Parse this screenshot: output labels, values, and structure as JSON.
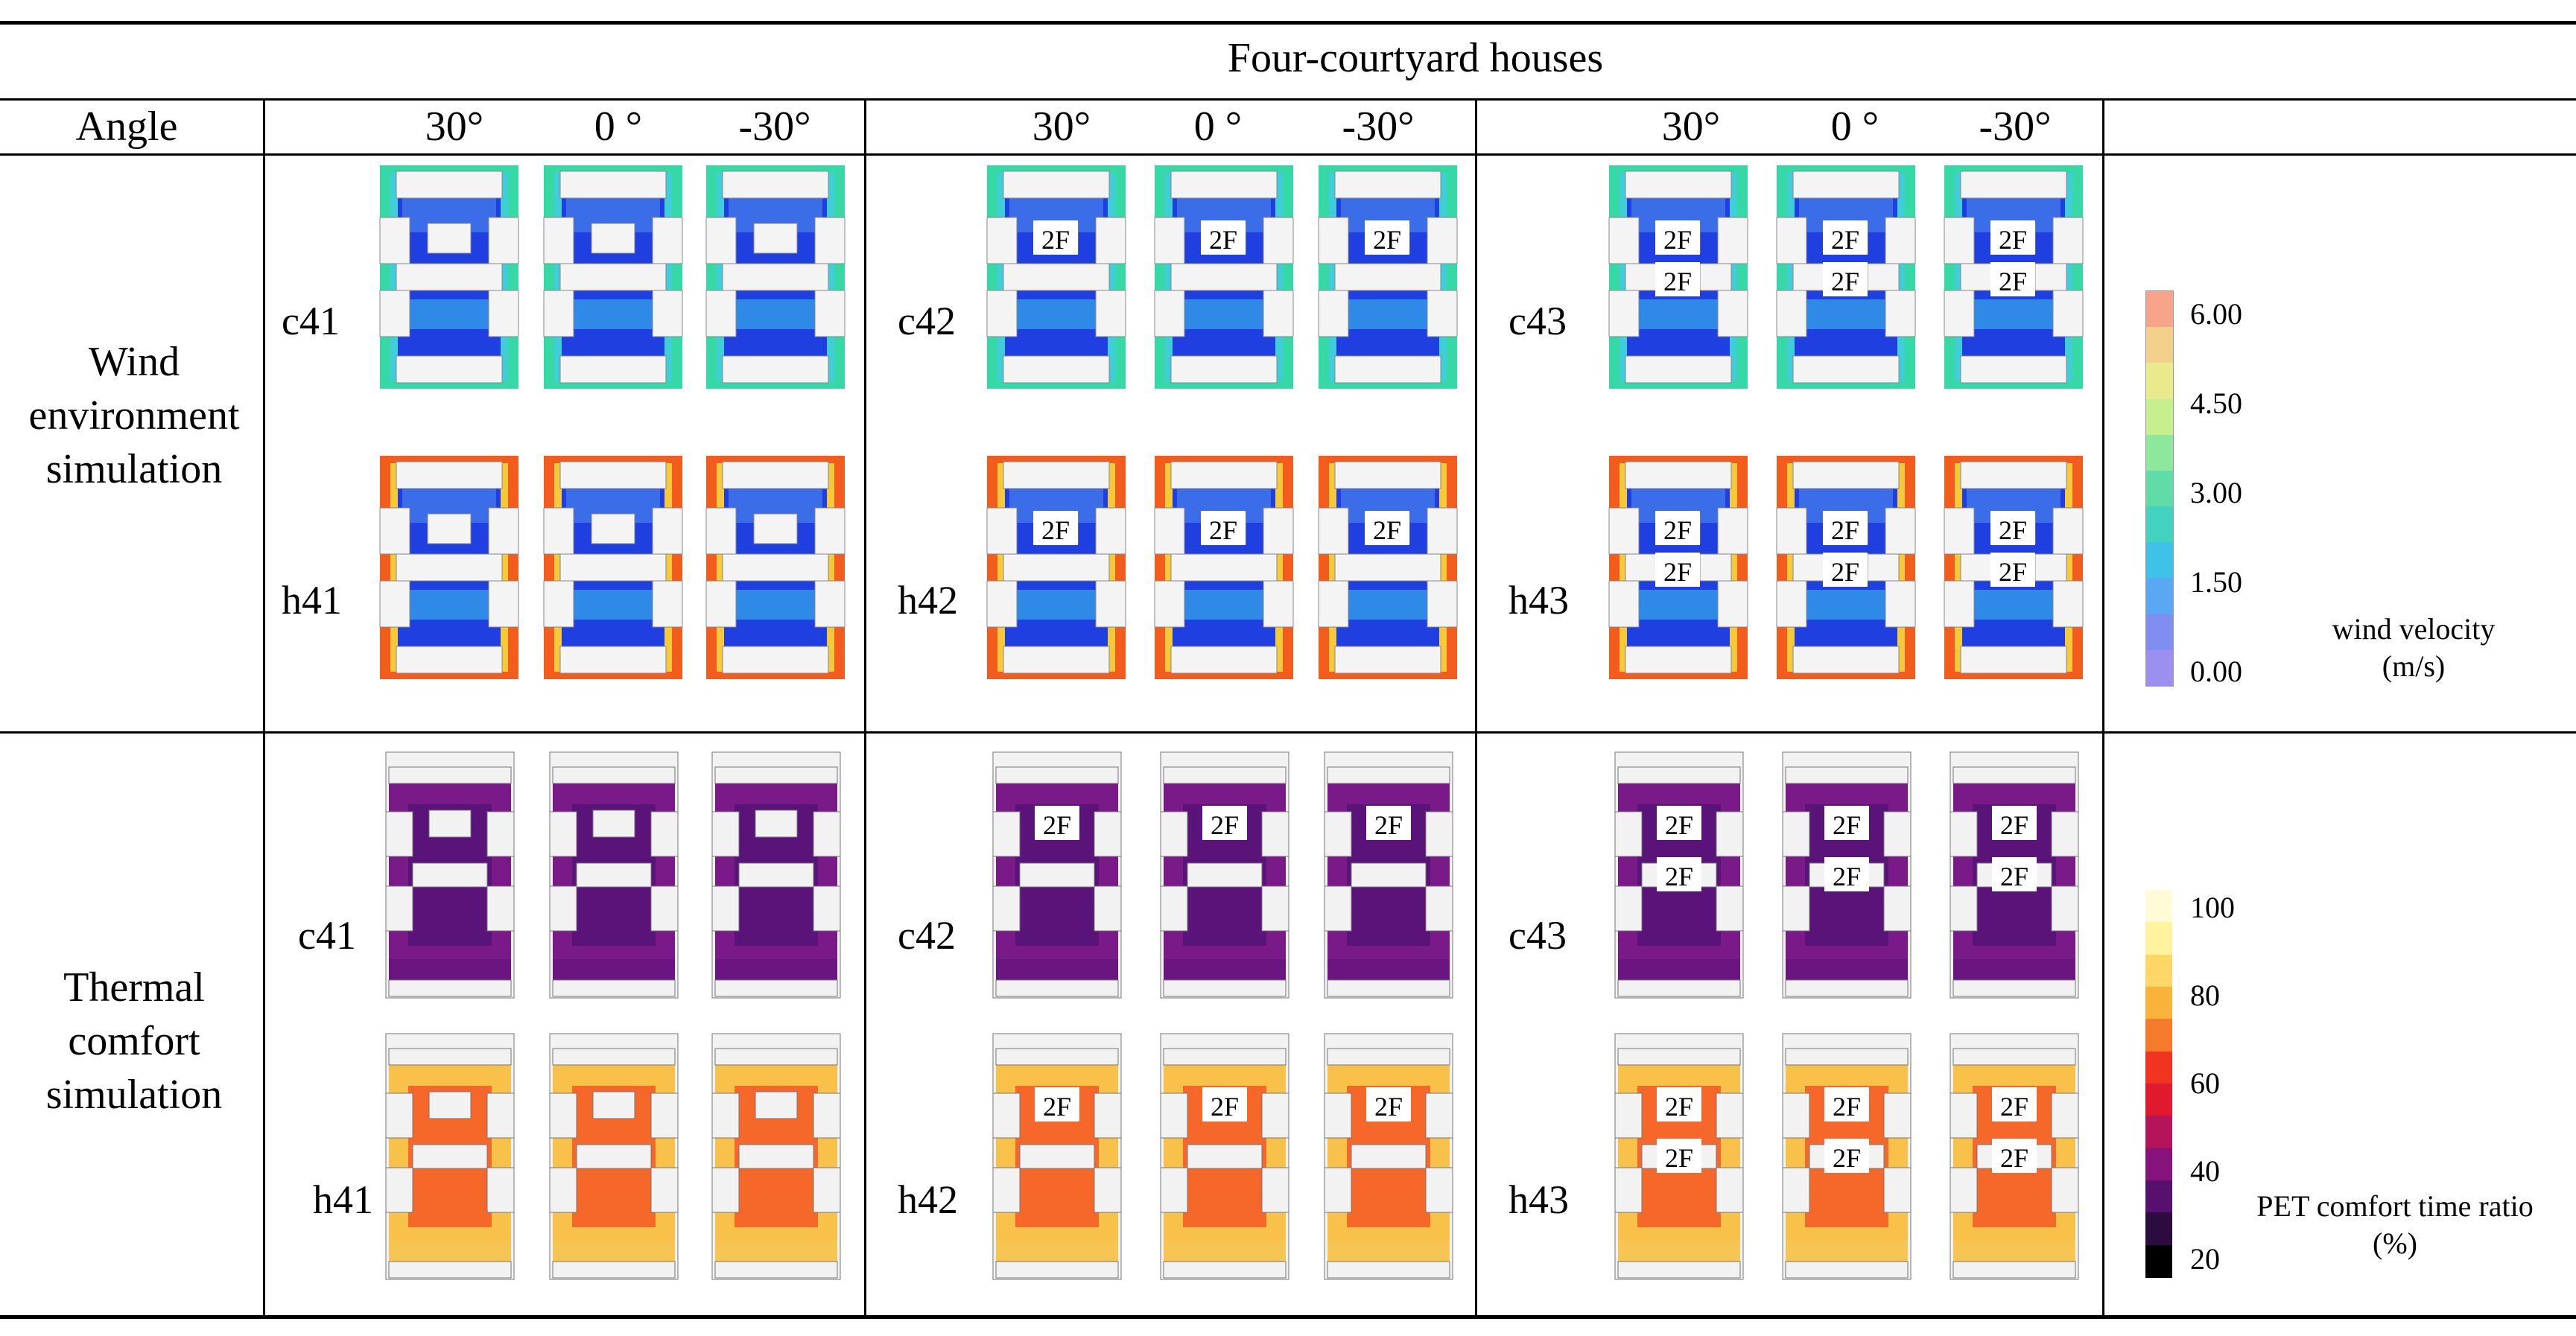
{
  "table": {
    "header_title": "Four-courtyard houses",
    "angle_label": "Angle",
    "angles": [
      "30°",
      "0 °",
      "-30°"
    ]
  },
  "rows": {
    "wind": [
      "Wind",
      "environment",
      "simulation"
    ],
    "thermal": [
      "Thermal",
      "comfort",
      "simulation"
    ]
  },
  "cases": {
    "wind": [
      [
        "c41",
        "c42",
        "c43"
      ],
      [
        "h41",
        "h42",
        "h43"
      ]
    ],
    "thermal": [
      [
        "c41",
        "c42",
        "c43"
      ],
      [
        "h41",
        "h42",
        "h43"
      ]
    ]
  },
  "floor_label": "2F",
  "legend_wind": {
    "ticks": [
      "6.00",
      "4.50",
      "3.00",
      "1.50",
      "0.00"
    ],
    "title_lines": [
      "wind velocity",
      "(m/s)"
    ],
    "colors": [
      "#f7a48a",
      "#f2cf8a",
      "#e8ea8c",
      "#c6ef8e",
      "#8ee89c",
      "#5fdca7",
      "#43d1c0",
      "#3fc2e8",
      "#5aa8f4",
      "#7f8ef0",
      "#9b8ff0"
    ]
  },
  "legend_pet": {
    "ticks": [
      "100",
      "80",
      "60",
      "40",
      "20"
    ],
    "title_lines": [
      "PET comfort time ratio",
      "(%)"
    ],
    "colors": [
      "#fffbd6",
      "#fff3a0",
      "#ffd766",
      "#f9b33b",
      "#f57a2c",
      "#f03420",
      "#e01a2e",
      "#b5135a",
      "#86127b",
      "#57106e",
      "#2c0b40",
      "#000000"
    ]
  }
}
